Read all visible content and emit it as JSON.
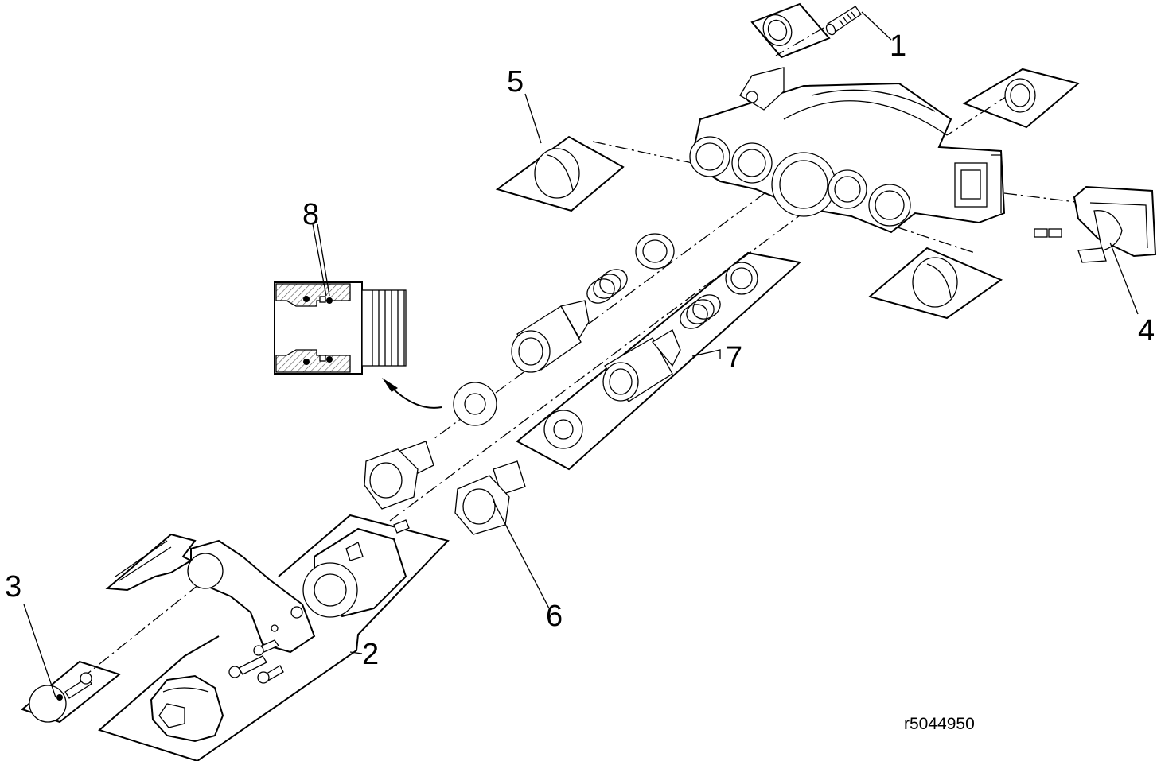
{
  "callouts": [
    {
      "id": "1",
      "label": "1"
    },
    {
      "id": "2",
      "label": "2"
    },
    {
      "id": "3",
      "label": "3"
    },
    {
      "id": "4",
      "label": "4"
    },
    {
      "id": "5",
      "label": "5"
    },
    {
      "id": "6",
      "label": "6"
    },
    {
      "id": "7",
      "label": "7"
    },
    {
      "id": "8",
      "label": "8"
    }
  ],
  "reference_number": "r5044950",
  "colors": {
    "line": "#000000",
    "background": "#ffffff",
    "section_hatch": "#555555"
  }
}
